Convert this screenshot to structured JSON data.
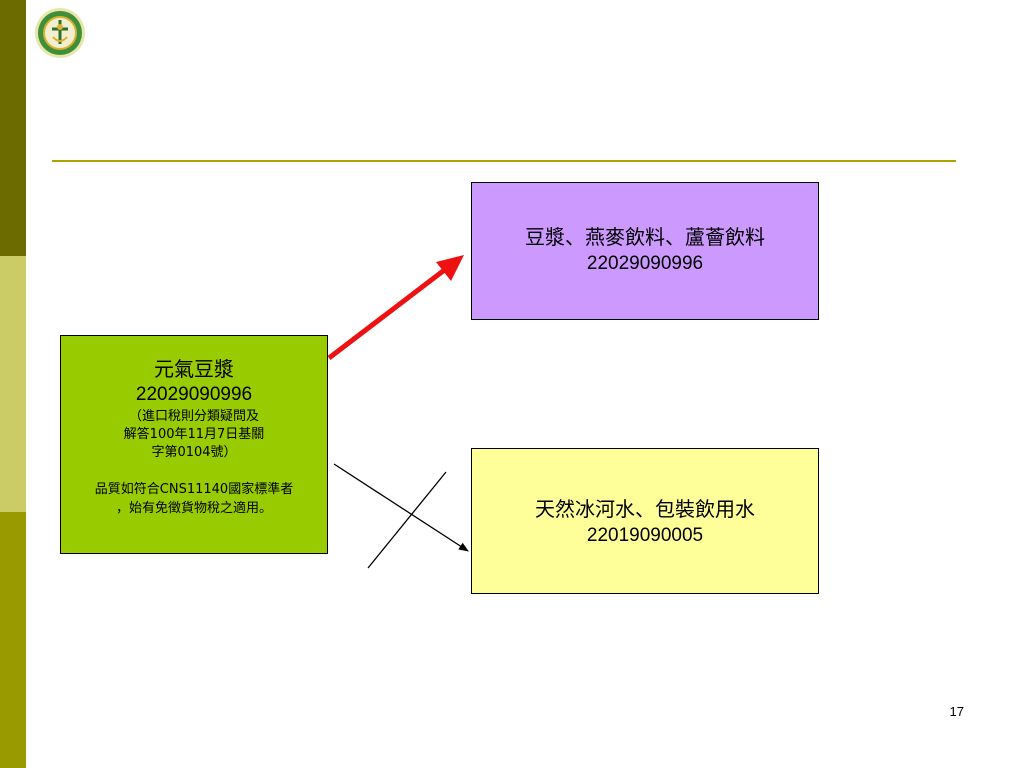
{
  "source_box": {
    "name": "元氣豆漿",
    "code": "22029090996",
    "note_line1": "（進口稅則分類疑問及",
    "note_line2": "解答100年11月7日基關",
    "note_line3": "字第0104號）",
    "condition_line1": "品質如符合CNS11140國家標準者",
    "condition_line2": "，始有免徵貨物稅之適用。"
  },
  "target_correct": {
    "name": "豆漿、燕麥飲料、蘆薈飲料",
    "code": "22029090996"
  },
  "target_rejected": {
    "name": "天然冰河水、包裝飲用水",
    "code": "22019090005"
  },
  "page_number": "17",
  "colors": {
    "sidebar_top": "#6b6b00",
    "sidebar_mid": "#cccc66",
    "sidebar_bottom": "#999900",
    "rule": "#b3a100",
    "source_fill": "#99cc00",
    "correct_fill": "#cc99ff",
    "rejected_fill": "#ffff99",
    "correct_arrow": "#ee1111",
    "rejected_arrow": "#000000"
  },
  "icons": {
    "logo": "customs-emblem-icon"
  }
}
